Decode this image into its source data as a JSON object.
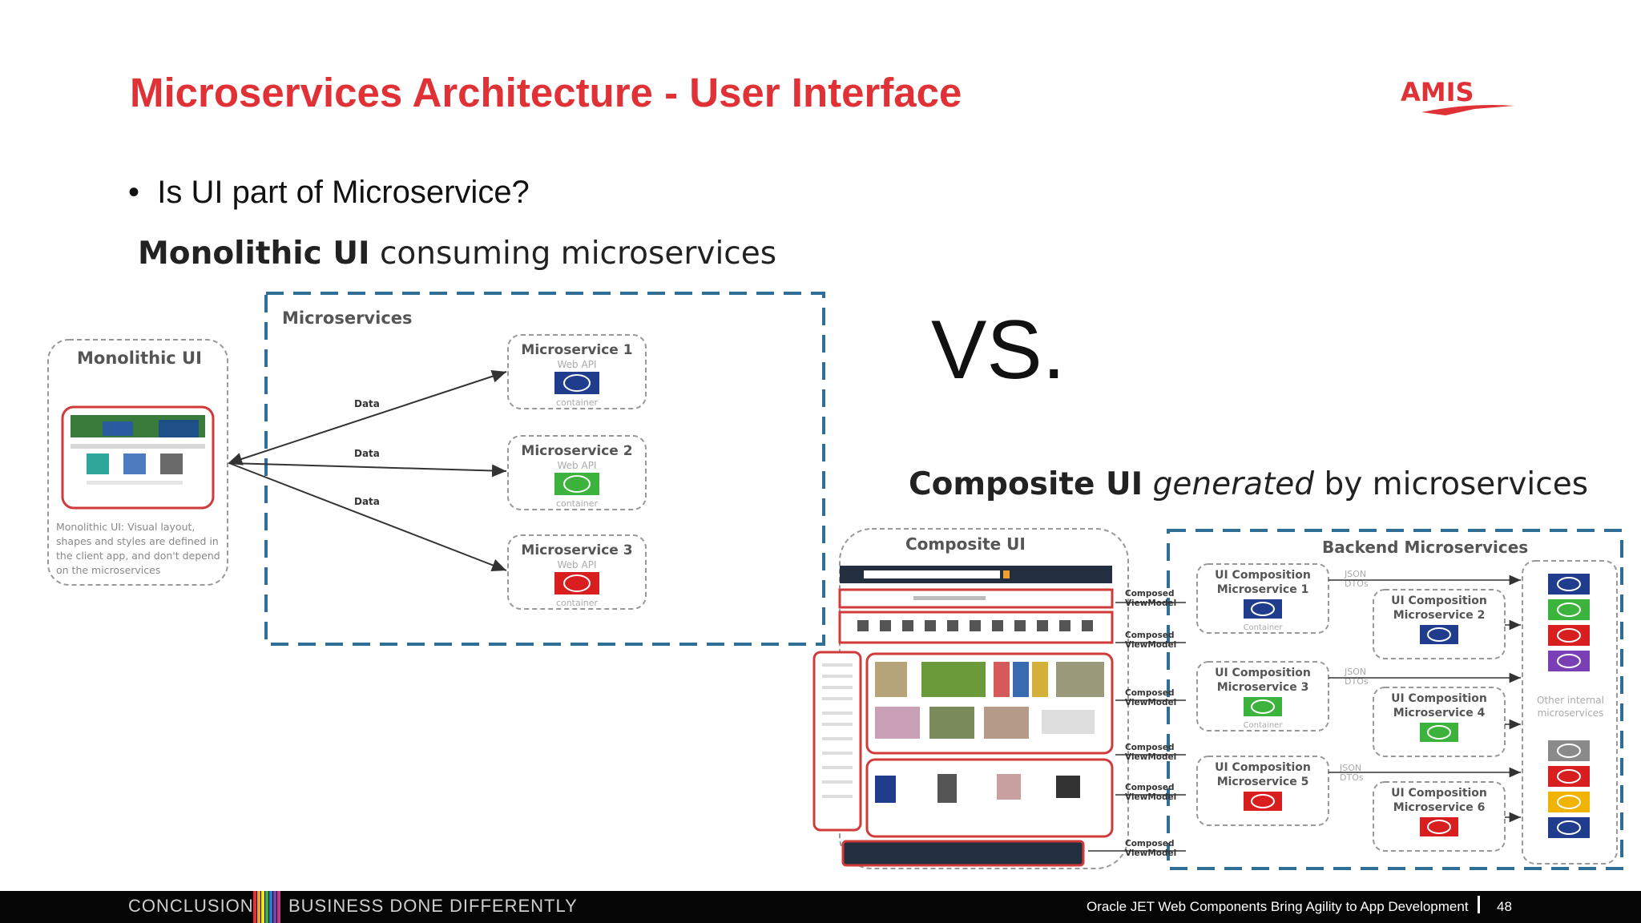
{
  "slide": {
    "title": "Microservices Architecture - User Interface",
    "bullet": "Is UI part of Microservice?",
    "vs": "VS.",
    "logo": "AMIS"
  },
  "monolithic": {
    "heading_bold": "Monolithic UI",
    "heading_rest": "consuming microservices",
    "ui_box_label": "Monolithic UI",
    "note": [
      "Monolithic UI: Visual layout,",
      "shapes and styles are defined in",
      "the client app, and don't depend",
      "on the microservices"
    ],
    "group_label": "Microservices",
    "arrow_label": "Data",
    "services": [
      {
        "name": "Microservice 1",
        "api": "Web API",
        "container": "container",
        "color": "#1f3d8c"
      },
      {
        "name": "Microservice 2",
        "api": "Web API",
        "container": "container",
        "color": "#3cb33c"
      },
      {
        "name": "Microservice 3",
        "api": "Web API",
        "container": "container",
        "color": "#d81e1e"
      }
    ]
  },
  "composite": {
    "heading_bold": "Composite UI",
    "heading_italic": "generated",
    "heading_rest": "by microservices",
    "ui_box_label": "Composite UI",
    "backend_label": "Backend Microservices",
    "composed_label": [
      "Composed",
      "ViewModel"
    ],
    "json_label": [
      "JSON",
      "DTOs"
    ],
    "other_label": [
      "Other internal",
      "microservices"
    ],
    "services": [
      {
        "line1": "UI Composition",
        "line2": "Microservice 1",
        "container": "Container",
        "color": "#1f3d8c"
      },
      {
        "line1": "UI Composition",
        "line2": "Microservice 2",
        "container": "",
        "color": "#1f3d8c"
      },
      {
        "line1": "UI Composition",
        "line2": "Microservice 3",
        "container": "Container",
        "color": "#3cb33c"
      },
      {
        "line1": "UI Composition",
        "line2": "Microservice 4",
        "container": "",
        "color": "#3cb33c"
      },
      {
        "line1": "UI Composition",
        "line2": "Microservice 5",
        "container": "",
        "color": "#d81e1e"
      },
      {
        "line1": "UI Composition",
        "line2": "Microservice 6",
        "container": "",
        "color": "#d81e1e"
      }
    ],
    "internal_colors": [
      "#1f3d8c",
      "#3cb33c",
      "#d81e1e",
      "#7b3fb5",
      "#8a8a8a",
      "#d81e1e",
      "#f0b400",
      "#1f3d8c"
    ]
  },
  "footer": {
    "conclusion": "CONCLUSION",
    "tagline": "BUSINESS DONE DIFFERENTLY",
    "talk": "Oracle JET Web Components Bring Agility to App Development",
    "page": "48"
  }
}
